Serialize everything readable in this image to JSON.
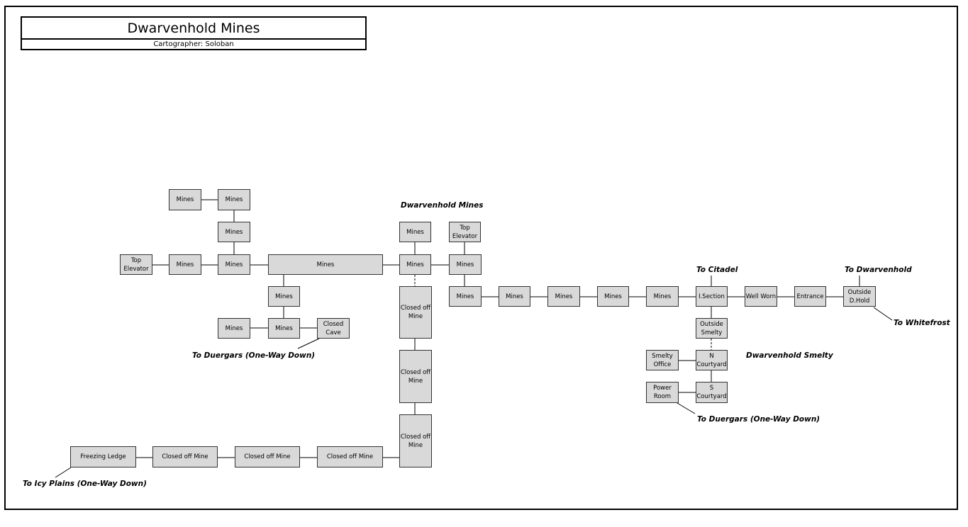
{
  "header": {
    "title": "Dwarvenhold Mines",
    "subtitle": "Cartographer: Soloban"
  },
  "rooms": {
    "r1": "Mines",
    "r2": "Mines",
    "r3": "Mines",
    "r4": "Top\nElevator",
    "r5": "Mines",
    "r6": "Mines",
    "r7": "Mines",
    "r8": "Mines",
    "r9": "Mines",
    "r10": "Mines",
    "r11": "Closed\nCave",
    "r12": "Mines",
    "r13": "Top\nElevator",
    "r14": "Mines",
    "r15": "Mines",
    "r16": "Closed off\nMine",
    "r17": "Closed off\nMine",
    "r18": "Closed off\nMine",
    "r19": "Freezing Ledge",
    "r20": "Closed off Mine",
    "r21": "Closed off Mine",
    "r22": "Closed off Mine",
    "r23": "Mines",
    "r24": "Mines",
    "r25": "Mines",
    "r26": "Mines",
    "r27": "Mines",
    "r28": "I.Section",
    "r29": "Well Worn",
    "r30": "Entrance",
    "r31": "Outside\nD.Hold",
    "r32": "Outside\nSmelty",
    "r33": "Smelty\nOffice",
    "r34": "N\nCourtyard",
    "r35": "Power\nRoom",
    "r36": "S Courtyard"
  },
  "labels": {
    "mines_area": "Dwarvenhold Mines",
    "to_duergars_1": "To Duergars (One-Way Down)",
    "to_icy_plains": "To Icy Plains (One-Way Down)",
    "to_citadel": "To Citadel",
    "to_dwarvenhold": "To Dwarvenhold",
    "to_whitefrost": "To Whitefrost",
    "smelty_area": "Dwarvenhold Smelty",
    "to_duergars_2": "To Duergars (One-Way Down)"
  }
}
